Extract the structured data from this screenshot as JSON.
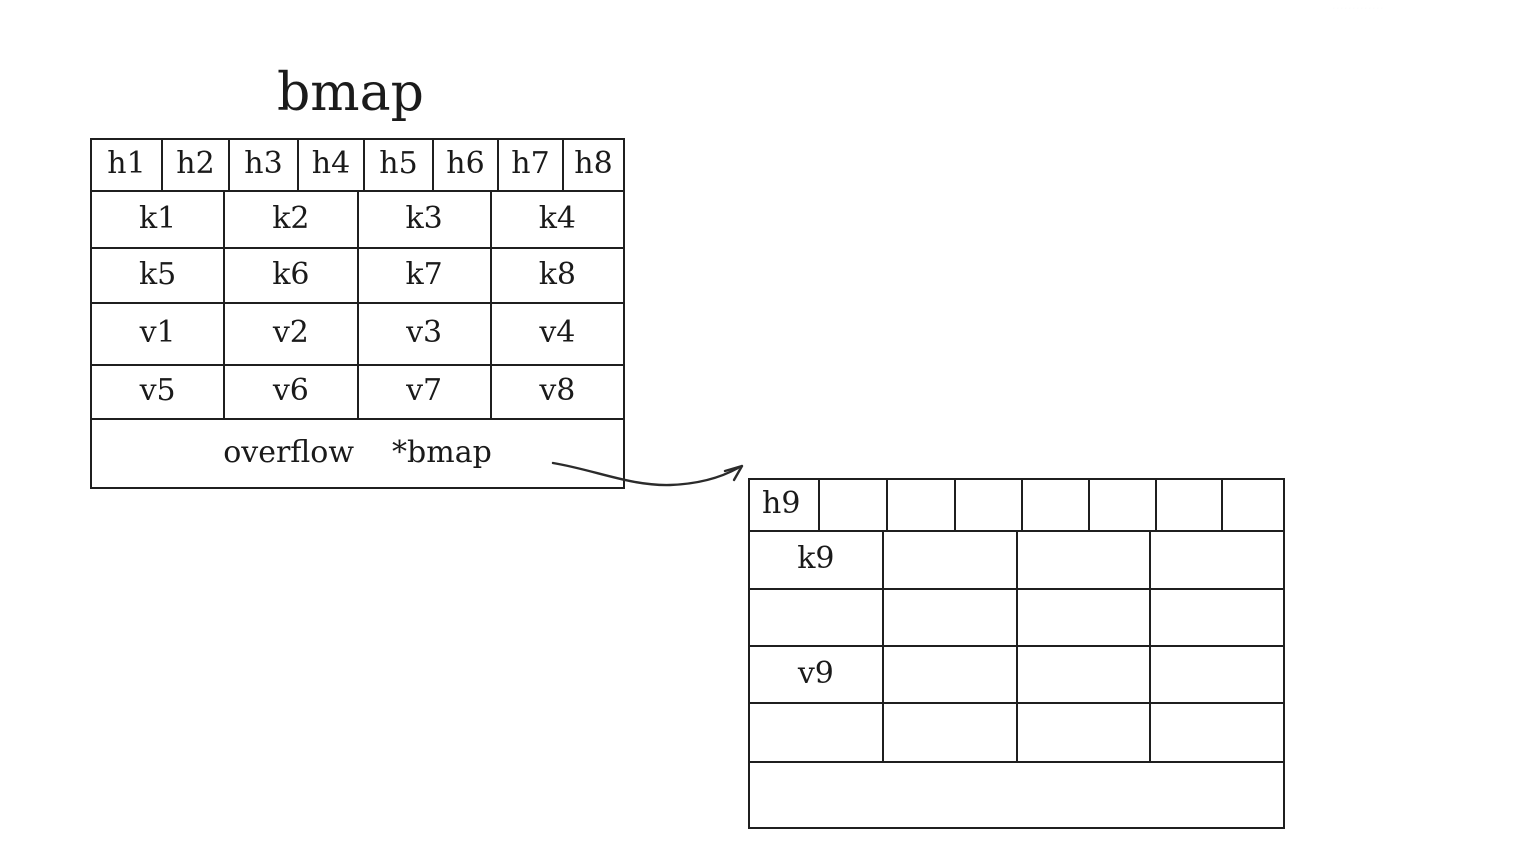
{
  "diagram": {
    "title": "bmap",
    "watermark": "·············"
  },
  "main_bucket": {
    "label": "bmap",
    "tophash": [
      "h1",
      "h2",
      "h3",
      "h4",
      "h5",
      "h6",
      "h7",
      "h8"
    ],
    "keys_row1": [
      "k1",
      "k2",
      "k3",
      "k4"
    ],
    "keys_row2": [
      "k5",
      "k6",
      "k7",
      "k8"
    ],
    "values_row1": [
      "v1",
      "v2",
      "v3",
      "v4"
    ],
    "values_row2": [
      "v5",
      "v6",
      "v7",
      "v8"
    ],
    "footer": {
      "overflow_label": "overflow",
      "pointer_label": "*bmap"
    }
  },
  "overflow_bucket": {
    "tophash": [
      "h9",
      "",
      "",
      "",
      "",
      "",
      "",
      ""
    ],
    "keys_row1": [
      "k9",
      "",
      "",
      ""
    ],
    "keys_row2": [
      "",
      "",
      "",
      ""
    ],
    "values_row1": [
      "v9",
      "",
      "",
      ""
    ],
    "values_row2": [
      "",
      "",
      "",
      ""
    ],
    "footer": {
      "overflow_label": "",
      "pointer_label": ""
    }
  },
  "connector": {
    "from": "overflow *bmap pointer",
    "to": "overflow bucket"
  },
  "colors": {
    "stroke": "#1f1f1f",
    "text": "#1a1a1a",
    "background": "#ffffff"
  }
}
